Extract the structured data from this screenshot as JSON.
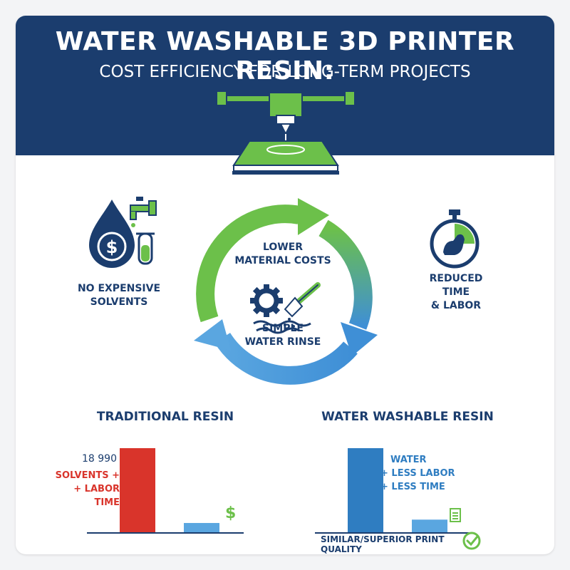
{
  "header": {
    "title": "WATER WASHABLE 3D PRINTER RESIN:",
    "subtitle": "COST EFFICIENCY FOR LONG-TERM PROJECTS"
  },
  "left_feature": {
    "icon": "water-drop-dollar-icon",
    "lines": [
      "NO EXPENSIVE",
      "SOLVENTS"
    ]
  },
  "right_feature": {
    "icon": "stopwatch-arm-icon",
    "lines": [
      "REDUCED",
      "TIME",
      "& LABOR"
    ]
  },
  "cycle": {
    "top_lines": [
      "LOWER",
      "MATERIAL COSTS"
    ],
    "bottom_lines": [
      "SIMPLE",
      "WATER RINSE"
    ]
  },
  "comparison": {
    "traditional": {
      "title": "TRADITIONAL RESIN",
      "value_text": "18 990",
      "notes": [
        "SOLVENTS +",
        "+ LABOR",
        "TIME"
      ],
      "bars": [
        1.0,
        0.11
      ],
      "icon": "dollar-icon"
    },
    "washable": {
      "title": "WATER WASHABLE RESIN",
      "notes": [
        "WATER",
        "+ LESS LABOR",
        "+ LESS TIME"
      ],
      "bars": [
        1.0,
        0.15
      ],
      "icon": "document-icon",
      "footer": "SIMILAR/SUPERIOR PRINT QUALITY"
    }
  },
  "colors": {
    "navy": "#1b3d6e",
    "green": "#6cc04a",
    "blue": "#2f7dc1",
    "red": "#d9342b",
    "light_blue": "#5aa6e0"
  }
}
